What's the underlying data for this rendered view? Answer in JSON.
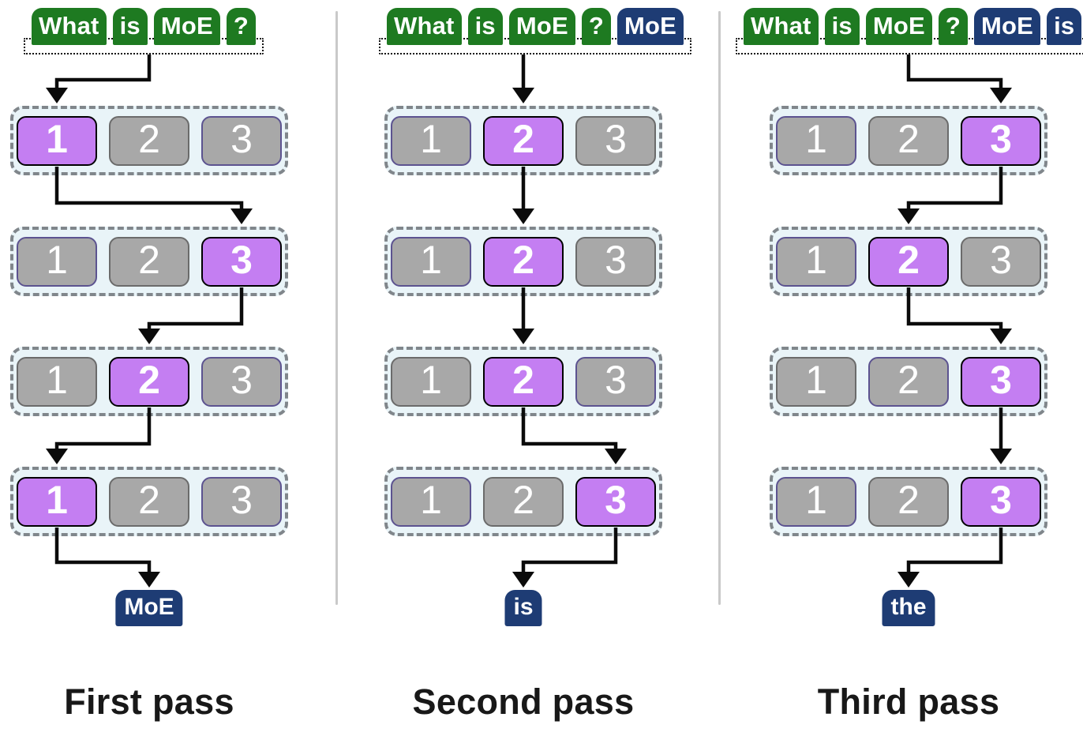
{
  "colors": {
    "canvas_bg": "#ffffff",
    "prompt_token_bg": "#1e7a21",
    "generated_token_bg": "#1e3c74",
    "token_text": "#ffffff",
    "token_outline": "#111111",
    "expert_active_bg": "#c47ef2",
    "expert_active_border": "#000000",
    "expert_inactive_bg": "#a8a8a8",
    "expert_inactive_border": "#6b6b6b",
    "expert_accent_border": "#5c5390",
    "expert_text": "#ffffff",
    "row_bg": "#e9f4f8",
    "row_border": "#80868b",
    "arrow": "#0b0b0b",
    "divider": "#c9c9c9",
    "label_text": "#181818"
  },
  "columns": [
    {
      "label": "First pass",
      "tokens": [
        {
          "text": "What",
          "type": "prompt"
        },
        {
          "text": "is",
          "type": "prompt"
        },
        {
          "text": "MoE",
          "type": "prompt"
        },
        {
          "text": "?",
          "type": "prompt"
        }
      ],
      "expert_rows": [
        {
          "boxes": [
            {
              "label": "1",
              "active": true,
              "accent": false
            },
            {
              "label": "2",
              "active": false,
              "accent": false
            },
            {
              "label": "3",
              "active": false,
              "accent": true
            }
          ]
        },
        {
          "boxes": [
            {
              "label": "1",
              "active": false,
              "accent": true
            },
            {
              "label": "2",
              "active": false,
              "accent": false
            },
            {
              "label": "3",
              "active": true,
              "accent": false
            }
          ]
        },
        {
          "boxes": [
            {
              "label": "1",
              "active": false,
              "accent": false
            },
            {
              "label": "2",
              "active": true,
              "accent": false
            },
            {
              "label": "3",
              "active": false,
              "accent": true
            }
          ]
        },
        {
          "boxes": [
            {
              "label": "1",
              "active": true,
              "accent": false
            },
            {
              "label": "2",
              "active": false,
              "accent": false
            },
            {
              "label": "3",
              "active": false,
              "accent": true
            }
          ]
        }
      ],
      "route": [
        1,
        3,
        2,
        1
      ],
      "output": "MoE"
    },
    {
      "label": "Second pass",
      "tokens": [
        {
          "text": "What",
          "type": "prompt"
        },
        {
          "text": "is",
          "type": "prompt"
        },
        {
          "text": "MoE",
          "type": "prompt"
        },
        {
          "text": "?",
          "type": "prompt"
        },
        {
          "text": "MoE",
          "type": "generated"
        }
      ],
      "expert_rows": [
        {
          "boxes": [
            {
              "label": "1",
              "active": false,
              "accent": true
            },
            {
              "label": "2",
              "active": true,
              "accent": false
            },
            {
              "label": "3",
              "active": false,
              "accent": false
            }
          ]
        },
        {
          "boxes": [
            {
              "label": "1",
              "active": false,
              "accent": true
            },
            {
              "label": "2",
              "active": true,
              "accent": false
            },
            {
              "label": "3",
              "active": false,
              "accent": false
            }
          ]
        },
        {
          "boxes": [
            {
              "label": "1",
              "active": false,
              "accent": false
            },
            {
              "label": "2",
              "active": true,
              "accent": false
            },
            {
              "label": "3",
              "active": false,
              "accent": true
            }
          ]
        },
        {
          "boxes": [
            {
              "label": "1",
              "active": false,
              "accent": true
            },
            {
              "label": "2",
              "active": false,
              "accent": false
            },
            {
              "label": "3",
              "active": true,
              "accent": false
            }
          ]
        }
      ],
      "route": [
        2,
        2,
        2,
        3
      ],
      "output": "is"
    },
    {
      "label": "Third pass",
      "tokens": [
        {
          "text": "What",
          "type": "prompt"
        },
        {
          "text": "is",
          "type": "prompt"
        },
        {
          "text": "MoE",
          "type": "prompt"
        },
        {
          "text": "?",
          "type": "prompt"
        },
        {
          "text": "MoE",
          "type": "generated"
        },
        {
          "text": "is",
          "type": "generated"
        }
      ],
      "expert_rows": [
        {
          "boxes": [
            {
              "label": "1",
              "active": false,
              "accent": true
            },
            {
              "label": "2",
              "active": false,
              "accent": false
            },
            {
              "label": "3",
              "active": true,
              "accent": false
            }
          ]
        },
        {
          "boxes": [
            {
              "label": "1",
              "active": false,
              "accent": true
            },
            {
              "label": "2",
              "active": true,
              "accent": false
            },
            {
              "label": "3",
              "active": false,
              "accent": false
            }
          ]
        },
        {
          "boxes": [
            {
              "label": "1",
              "active": false,
              "accent": false
            },
            {
              "label": "2",
              "active": false,
              "accent": true
            },
            {
              "label": "3",
              "active": true,
              "accent": false
            }
          ]
        },
        {
          "boxes": [
            {
              "label": "1",
              "active": false,
              "accent": true
            },
            {
              "label": "2",
              "active": false,
              "accent": false
            },
            {
              "label": "3",
              "active": true,
              "accent": false
            }
          ]
        }
      ],
      "route": [
        3,
        2,
        3,
        3
      ],
      "output": "the"
    }
  ]
}
